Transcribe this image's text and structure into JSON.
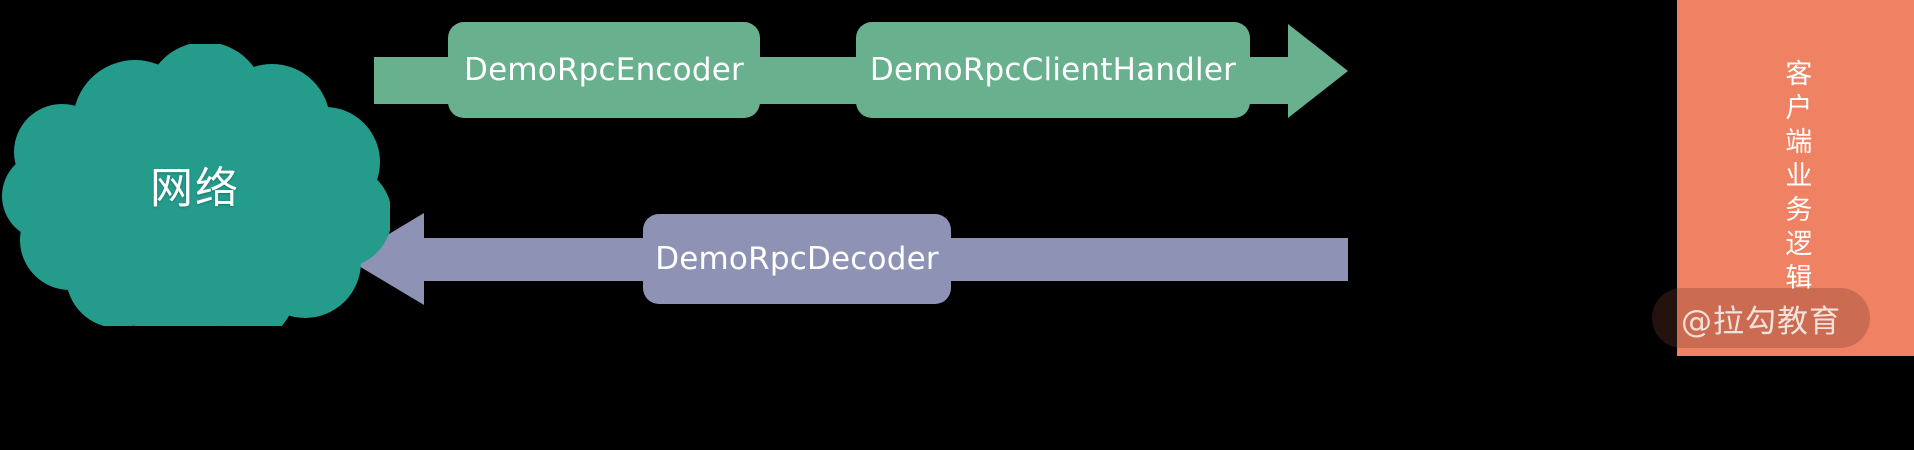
{
  "diagram": {
    "title": "Netty RPC client pipeline",
    "background_color": "#000000"
  },
  "network": {
    "label": "网络",
    "shape": "cloud-shape",
    "color": "#259B8C"
  },
  "outbound_flow": {
    "direction": "right",
    "arrow_color": "#68B08E",
    "nodes": [
      {
        "label": "DemoRpcEncoder",
        "color": "#68B08E"
      },
      {
        "label": "DemoRpcClientHandler",
        "color": "#68B08E"
      }
    ]
  },
  "inbound_flow": {
    "direction": "left",
    "arrow_color": "#8E93B5",
    "nodes": [
      {
        "label": "DemoRpcDecoder",
        "color": "#8E93B5"
      }
    ]
  },
  "business_panel": {
    "label": "客户端业务逻辑",
    "color": "#EF8262",
    "orientation": "vertical"
  },
  "watermark": {
    "text": "@拉勾教育"
  }
}
